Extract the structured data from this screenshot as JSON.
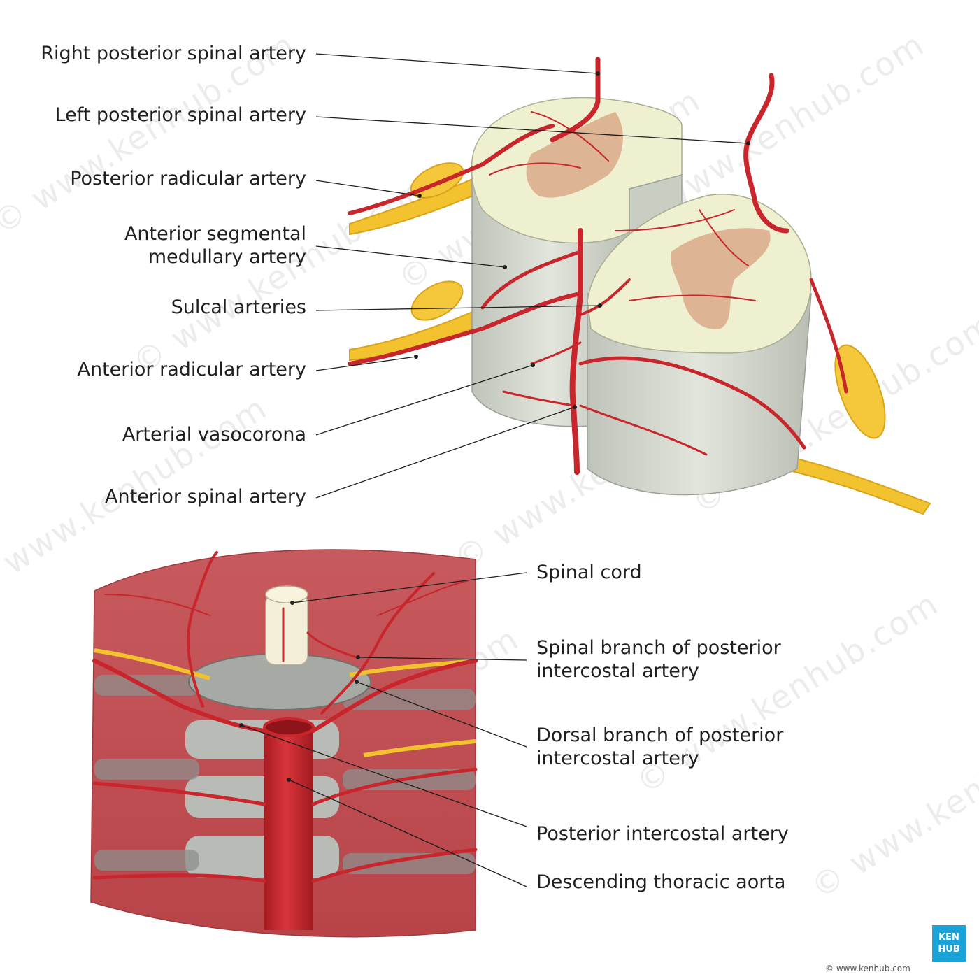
{
  "watermark": "© www.kenhub.com",
  "colors": {
    "artery": "#c8262c",
    "nerve": "#f2c22f",
    "white_matter": "#eef0cf",
    "gray_matter": "#d9a98a",
    "cord_surface": "#d8dcd3",
    "muscle": "#c9545a",
    "bone": "#8d8f8c"
  },
  "top_labels": [
    "Right posterior spinal artery",
    "Left posterior spinal artery",
    "Posterior radicular artery",
    "Anterior segmental medullary artery",
    "Sulcal arteries",
    "Anterior radicular artery",
    "Arterial vasocorona",
    "Anterior spinal artery"
  ],
  "top_label_lines": {
    "anterior_segmental_1": "Anterior segmental",
    "anterior_segmental_2": "medullary artery"
  },
  "bottom_labels": {
    "spinal_cord": "Spinal cord",
    "spinal_branch_1": "Spinal branch of posterior",
    "spinal_branch_2": "intercostal artery",
    "dorsal_branch_1": "Dorsal branch of posterior",
    "dorsal_branch_2": "intercostal artery",
    "posterior_intercostal": "Posterior intercostal artery",
    "descending_aorta": "Descending thoracic aorta"
  },
  "logo": {
    "line1": "KEN",
    "line2": "HUB"
  },
  "credit": "© www.kenhub.com"
}
